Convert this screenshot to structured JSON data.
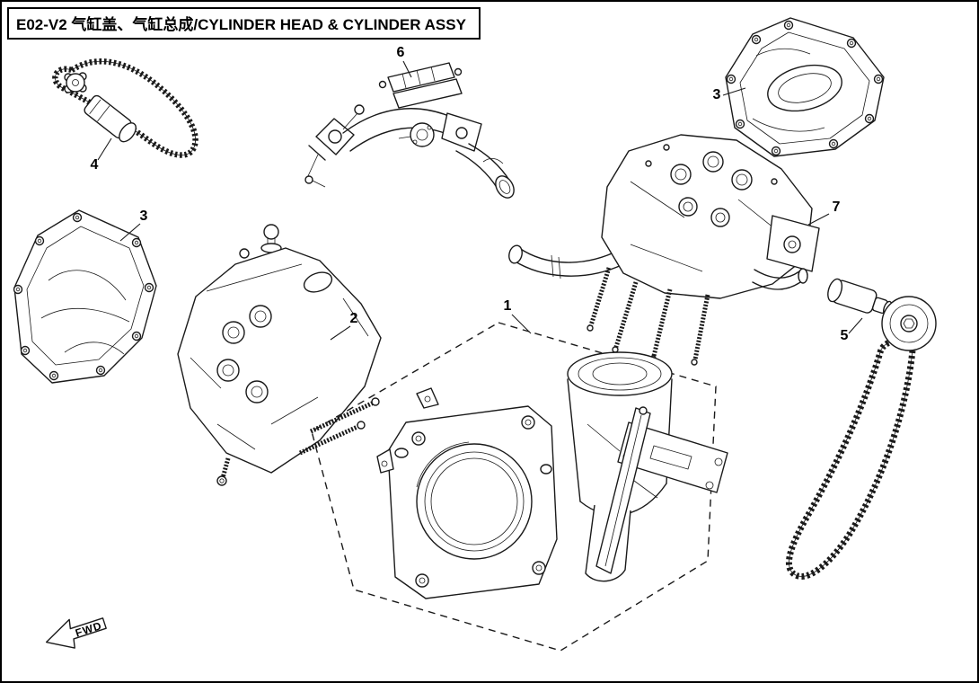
{
  "title": "E02-V2 气缸盖、气缸总成/CYLINDER HEAD & CYLINDER ASSY",
  "direction_marker": {
    "label": "FWD"
  },
  "callouts": {
    "c1": {
      "number": "1"
    },
    "c2": {
      "number": "2"
    },
    "c3_left": {
      "number": "3"
    },
    "c3_right": {
      "number": "3"
    },
    "c4": {
      "number": "4"
    },
    "c5": {
      "number": "5"
    },
    "c6": {
      "number": "6"
    },
    "c7": {
      "number": "7"
    }
  },
  "diagram": {
    "line_color": "#1a1a1a",
    "background": "#ffffff"
  }
}
